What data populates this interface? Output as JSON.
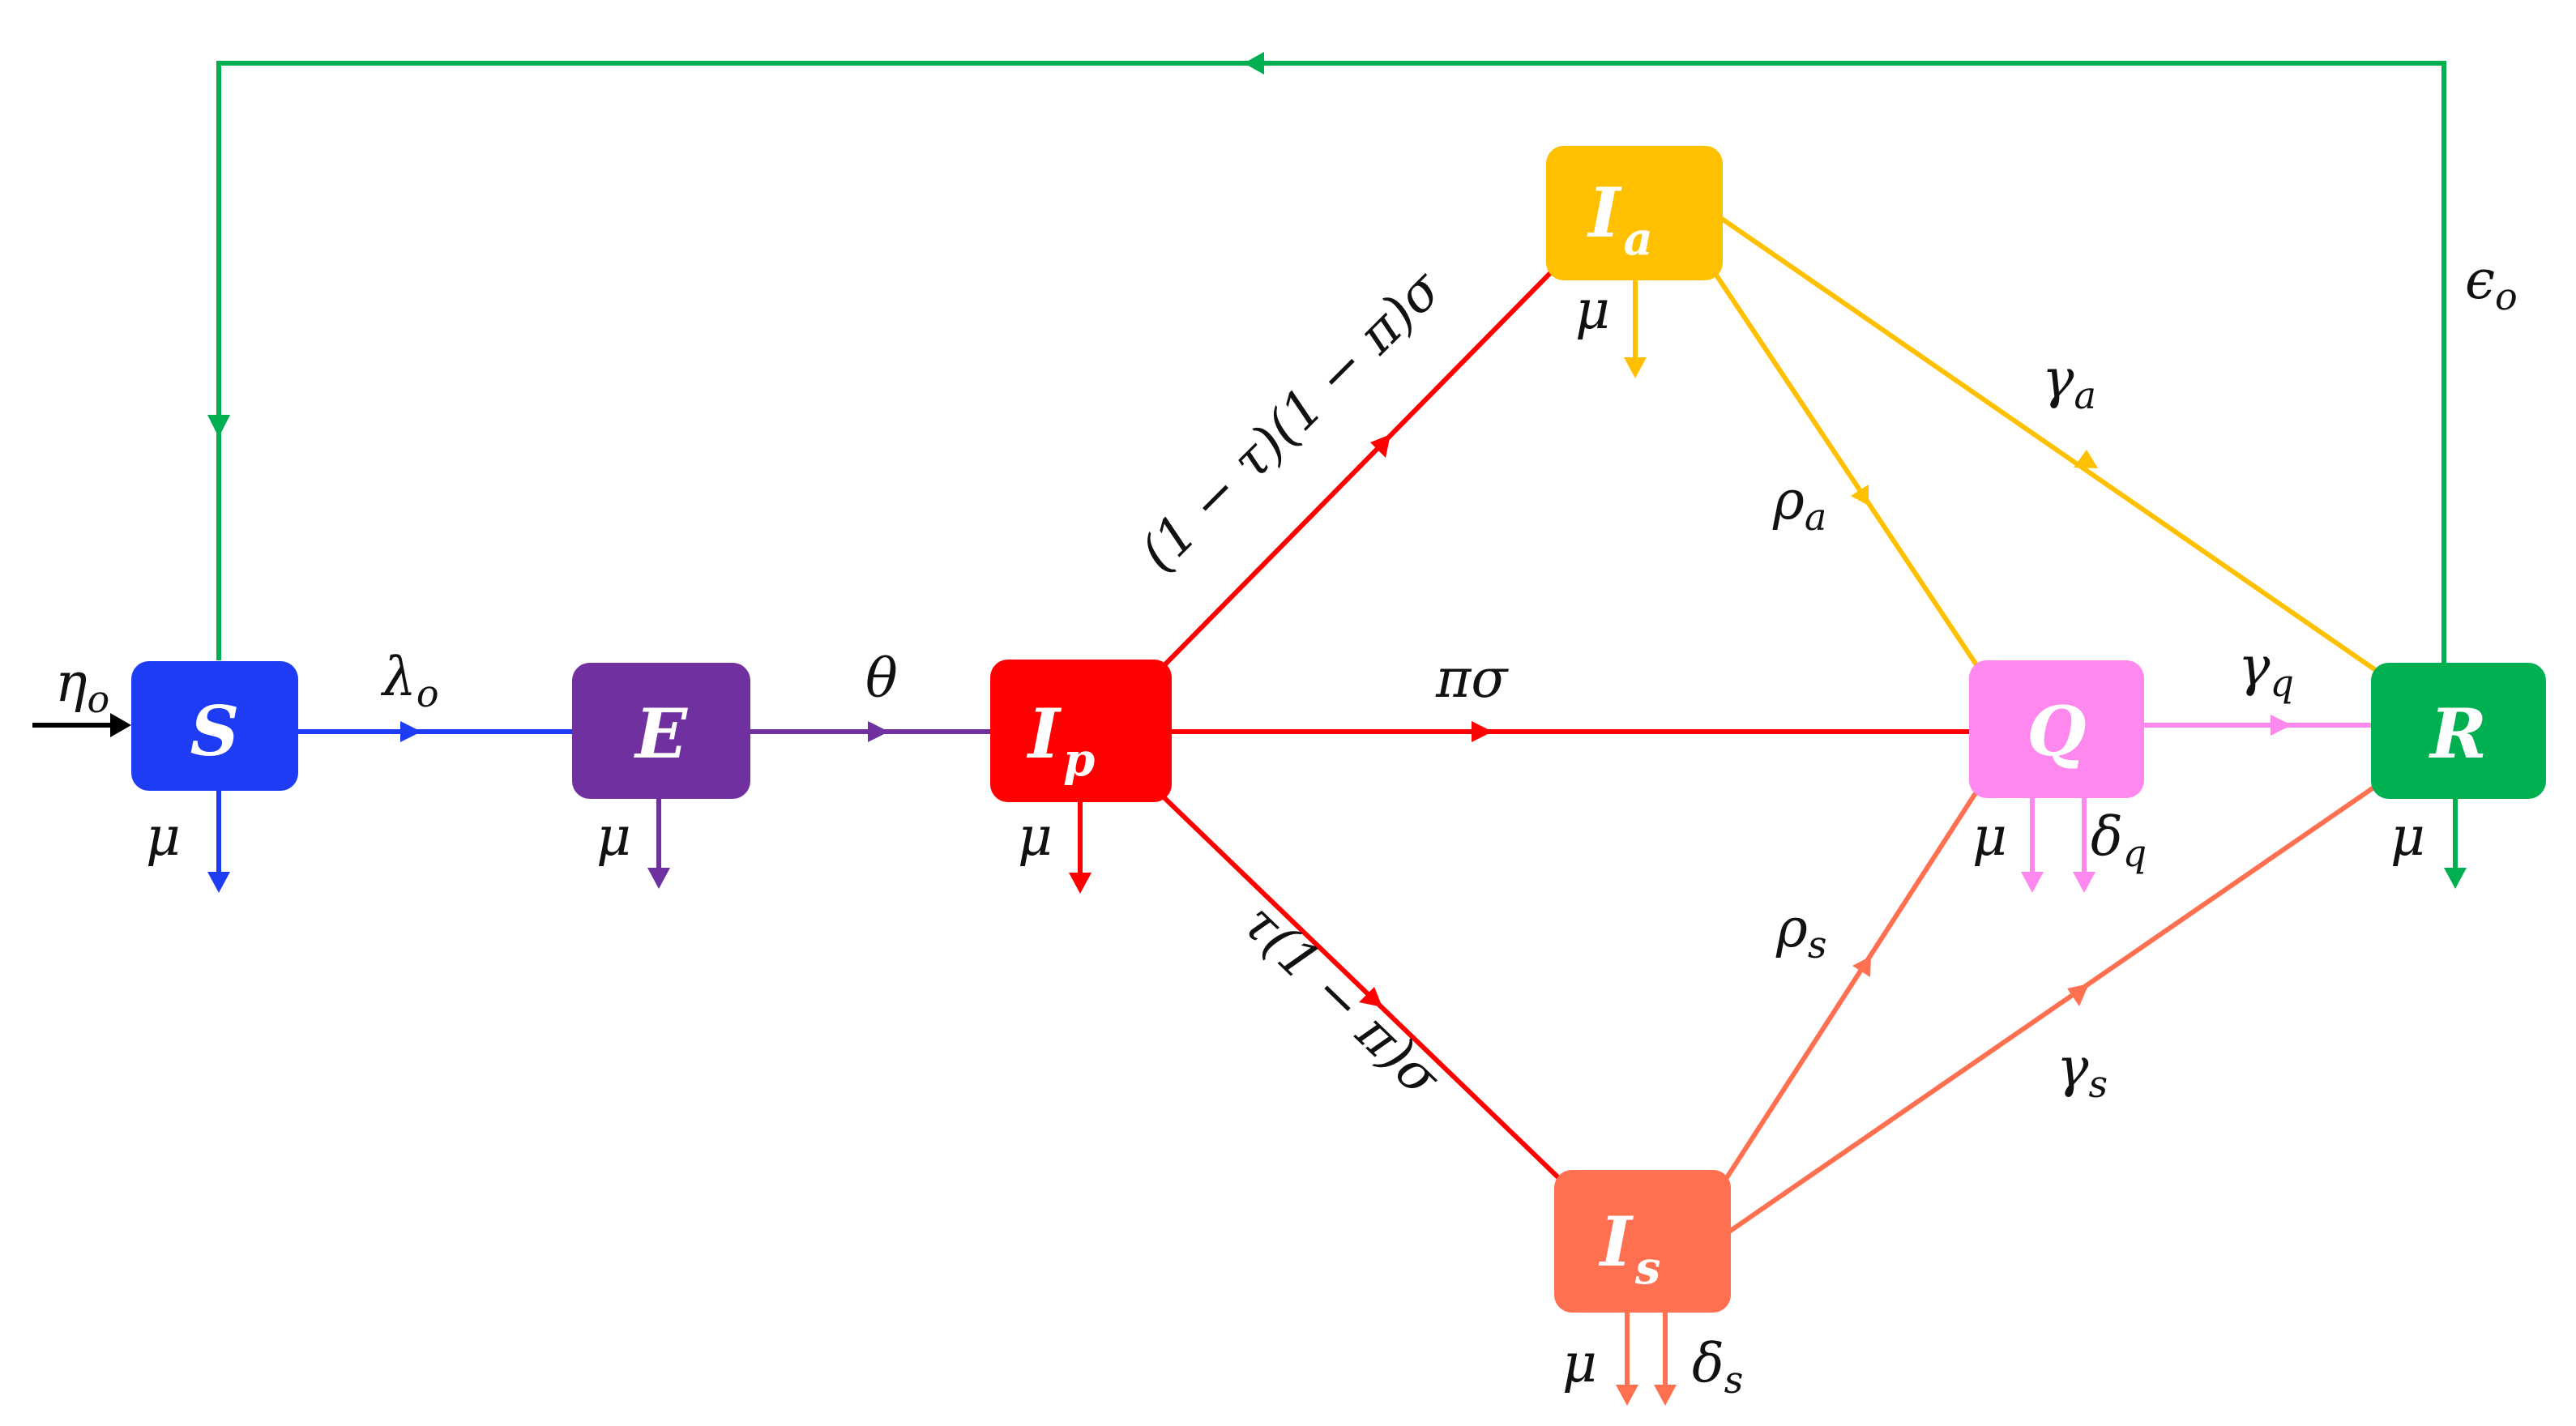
{
  "nodes": {
    "S": {
      "main": "S",
      "sub": "",
      "color": "#1f3cf5"
    },
    "E": {
      "main": "E",
      "sub": "",
      "color": "#7030a0"
    },
    "Ip": {
      "main": "I",
      "sub": "p",
      "color": "#ff0000"
    },
    "Ia": {
      "main": "I",
      "sub": "a",
      "color": "#ffc000"
    },
    "Is": {
      "main": "I",
      "sub": "s",
      "color": "#ff7050"
    },
    "Q": {
      "main": "Q",
      "sub": "",
      "color": "#ff88ee"
    },
    "R": {
      "main": "R",
      "sub": "",
      "color": "#00b050"
    }
  },
  "labels": {
    "inflow": {
      "main": "η",
      "sub": "o"
    },
    "lambda": {
      "main": "λ",
      "sub": "o"
    },
    "theta": {
      "main": "θ",
      "sub": ""
    },
    "pisigma": {
      "main": "πσ",
      "sub": ""
    },
    "ip_ia": {
      "main": "(1 − τ)(1 − π)σ",
      "sub": ""
    },
    "ip_is": {
      "main": "τ(1 − π)σ",
      "sub": ""
    },
    "gamma_a": {
      "main": "γ",
      "sub": "a"
    },
    "rho_a": {
      "main": "ρ",
      "sub": "a"
    },
    "gamma_q": {
      "main": "γ",
      "sub": "q"
    },
    "rho_s": {
      "main": "ρ",
      "sub": "s"
    },
    "gamma_s": {
      "main": "γ",
      "sub": "s"
    },
    "epsilon": {
      "main": "ϵ",
      "sub": "o"
    },
    "mu": {
      "main": "μ",
      "sub": ""
    },
    "delta_q": {
      "main": "δ",
      "sub": "q"
    },
    "delta_s": {
      "main": "δ",
      "sub": "s"
    }
  },
  "colors": {
    "green": "#00b050",
    "blue": "#1f3cf5",
    "purple": "#7030a0",
    "red": "#ff0000",
    "yellow": "#ffc000",
    "salmon": "#ff7050",
    "pink": "#ff88ee",
    "black": "#000000"
  }
}
